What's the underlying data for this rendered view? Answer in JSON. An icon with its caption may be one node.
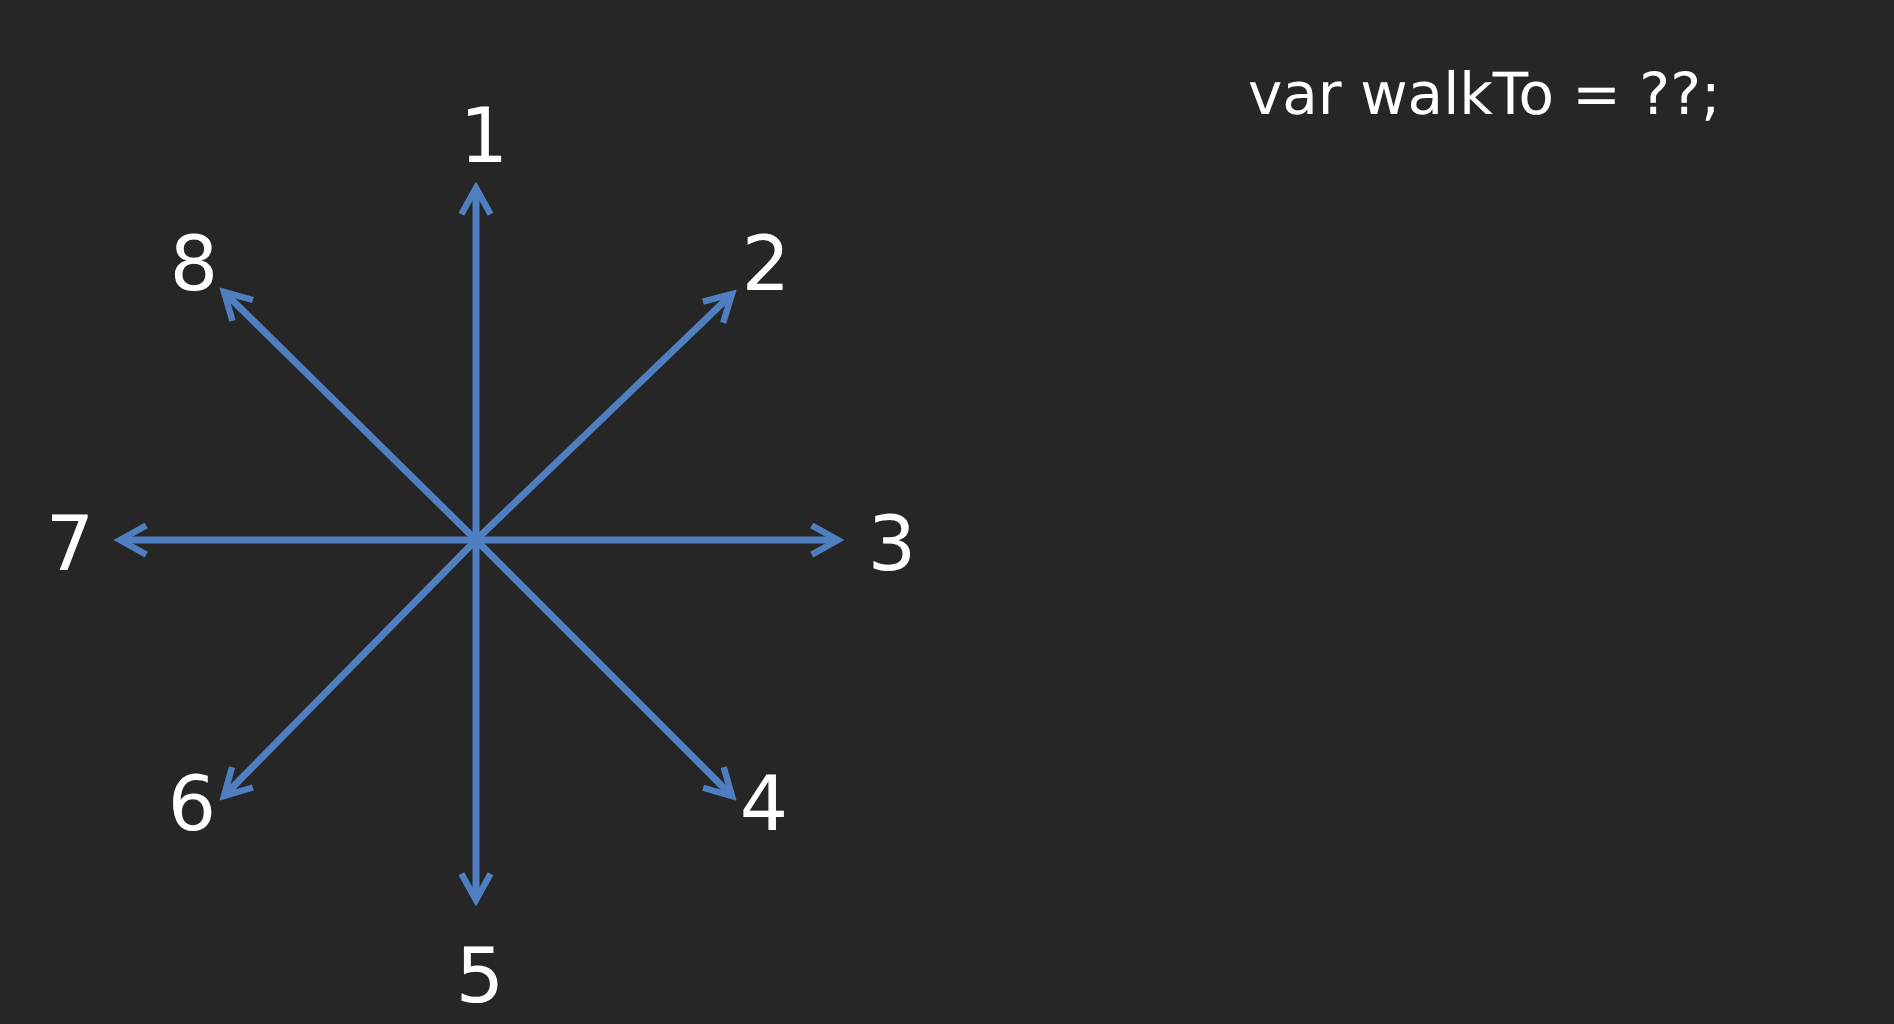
{
  "diagram": {
    "nodes": [
      {
        "text": [
          "1"
        ]
      },
      {
        "text": [
          "2"
        ]
      },
      {
        "text": [
          "3"
        ]
      },
      {
        "text": [
          "4"
        ]
      },
      {
        "text": [
          "5"
        ]
      },
      {
        "text": [
          "6"
        ]
      },
      {
        "text": [
          "7"
        ]
      },
      {
        "text": [
          "8"
        ]
      }
    ],
    "edges": [
      {
        "from": null,
        "to": 0,
        "arrow": "to"
      },
      {
        "from": null,
        "to": 1,
        "arrow": "to"
      },
      {
        "from": null,
        "to": 2,
        "arrow": "to"
      },
      {
        "from": null,
        "to": 3,
        "arrow": "to"
      },
      {
        "from": null,
        "to": 4,
        "arrow": "to"
      },
      {
        "from": null,
        "to": 5,
        "arrow": "to"
      },
      {
        "from": null,
        "to": 6,
        "arrow": "to"
      },
      {
        "from": null,
        "to": 7,
        "arrow": "to"
      }
    ],
    "labels": [
      "var walkTo = ??;"
    ]
  }
}
